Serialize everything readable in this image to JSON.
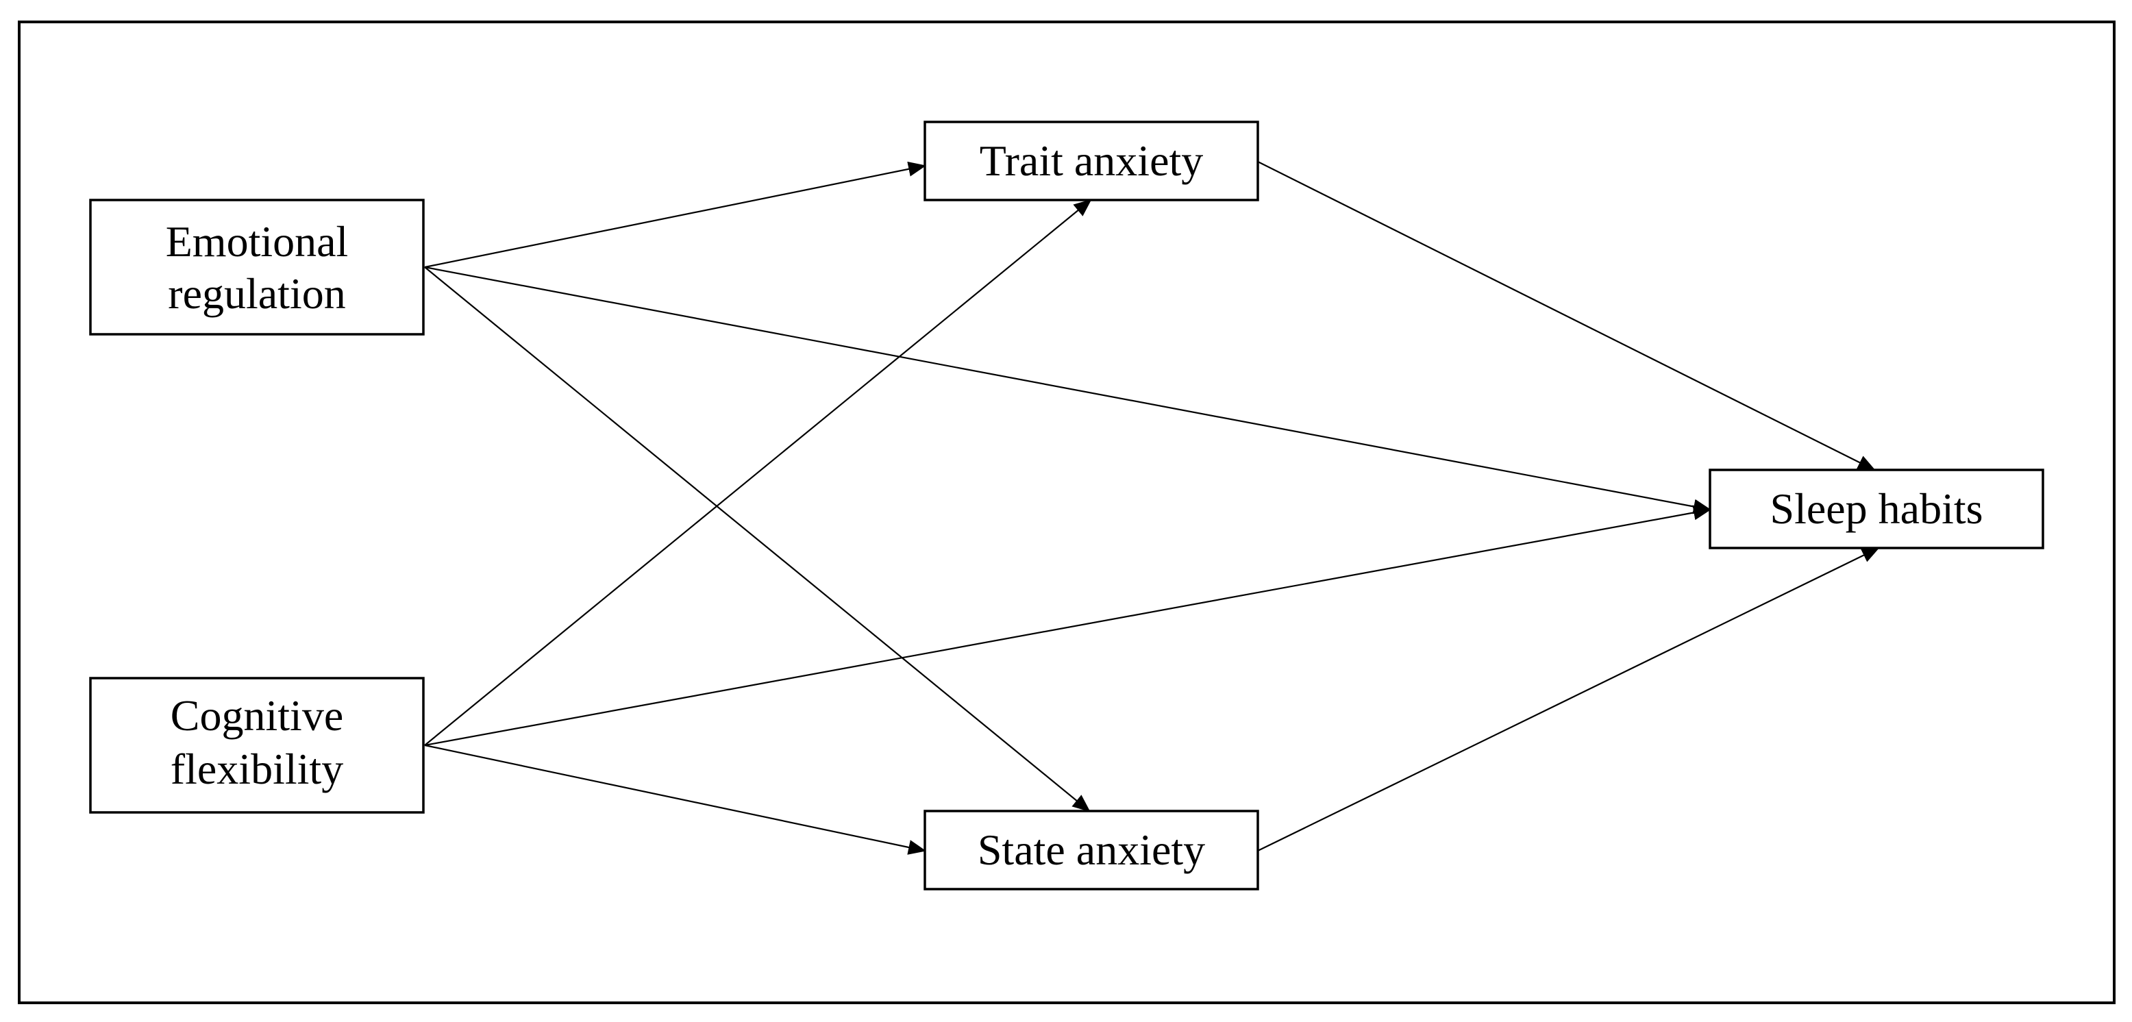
{
  "diagram": {
    "nodes": [
      {
        "id": "emotional-regulation",
        "lines": [
          "Emotional",
          "regulation"
        ]
      },
      {
        "id": "cognitive-flexibility",
        "lines": [
          "Cognitive",
          "flexibility"
        ]
      },
      {
        "id": "trait-anxiety",
        "lines": [
          "Trait anxiety"
        ]
      },
      {
        "id": "state-anxiety",
        "lines": [
          "State anxiety"
        ]
      },
      {
        "id": "sleep-habits",
        "lines": [
          "Sleep habits"
        ]
      }
    ],
    "edges": [
      {
        "from": "emotional-regulation",
        "to": "trait-anxiety"
      },
      {
        "from": "emotional-regulation",
        "to": "sleep-habits"
      },
      {
        "from": "emotional-regulation",
        "to": "state-anxiety"
      },
      {
        "from": "cognitive-flexibility",
        "to": "trait-anxiety"
      },
      {
        "from": "cognitive-flexibility",
        "to": "sleep-habits"
      },
      {
        "from": "cognitive-flexibility",
        "to": "state-anxiety"
      },
      {
        "from": "trait-anxiety",
        "to": "sleep-habits"
      },
      {
        "from": "state-anxiety",
        "to": "sleep-habits"
      }
    ],
    "colors": {
      "stroke": "#000000",
      "background": "#ffffff"
    }
  }
}
